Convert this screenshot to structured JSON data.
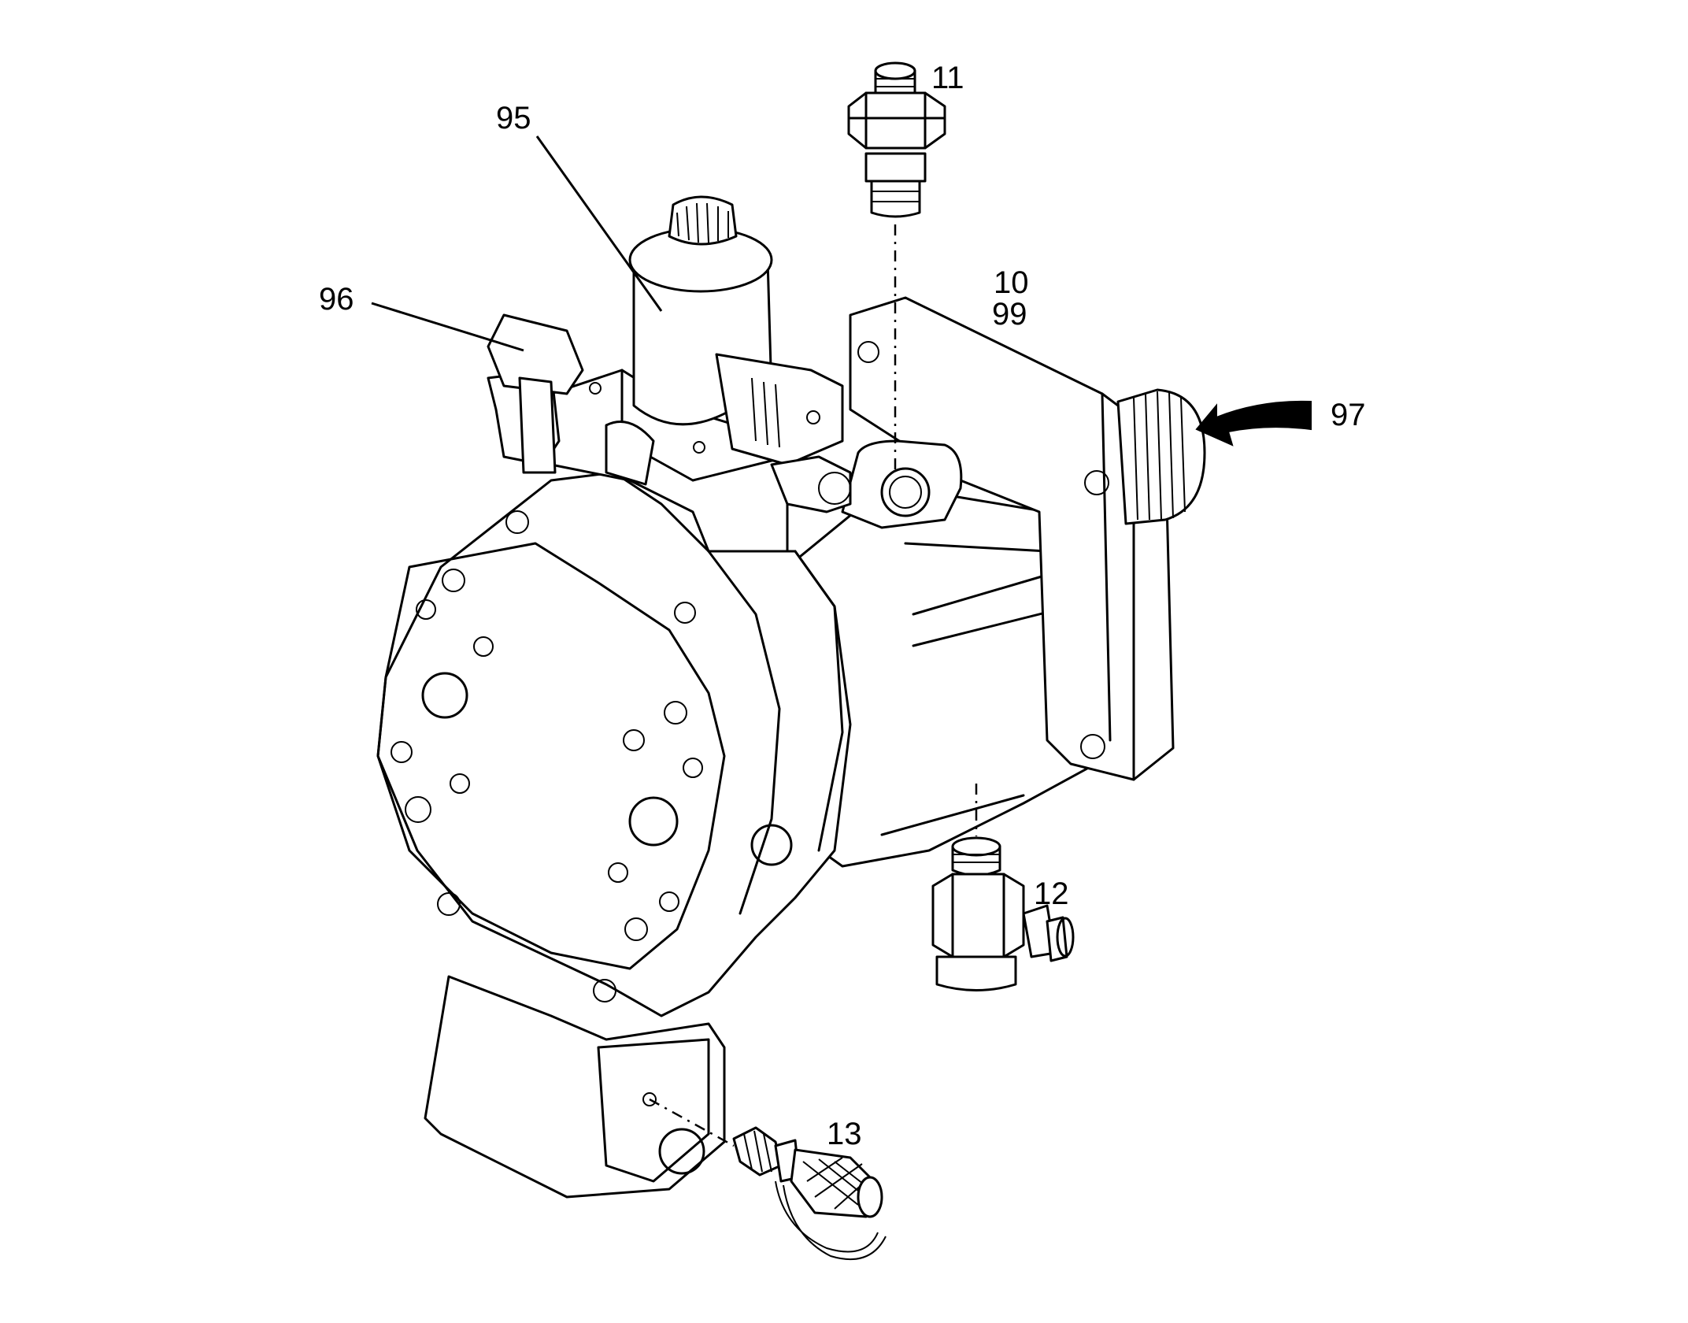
{
  "callouts": {
    "c11": "11",
    "c95": "95",
    "c96": "96",
    "c10": "10",
    "c99": "99",
    "c97": "97",
    "c12": "12",
    "c13": "13"
  }
}
